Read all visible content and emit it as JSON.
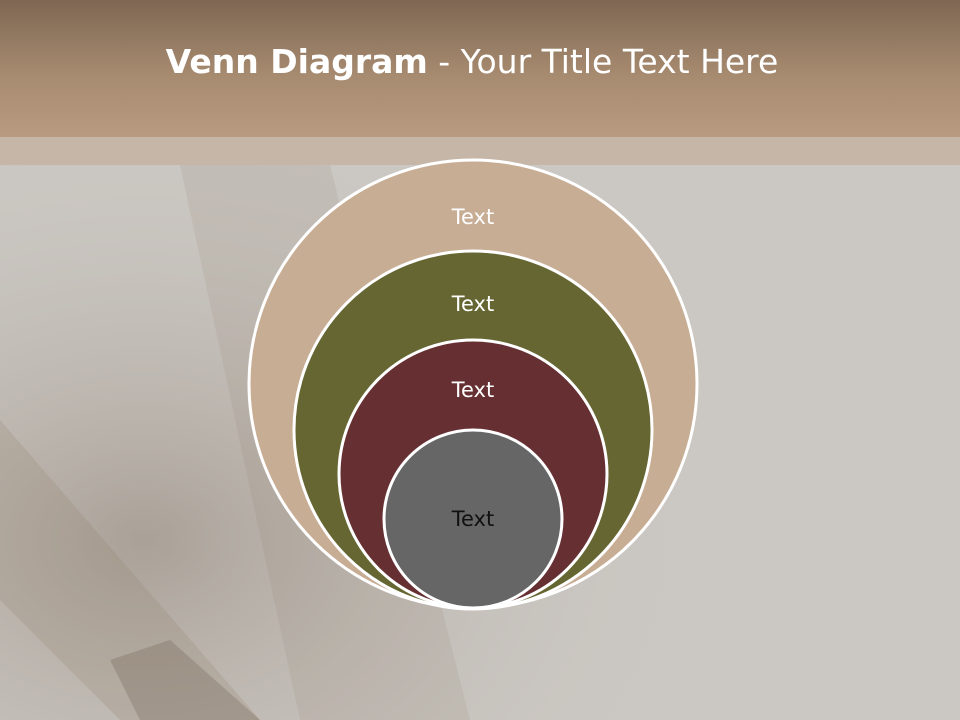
{
  "slide": {
    "title_bold": "Venn Diagram",
    "title_rest": " - Your Title Text Here"
  },
  "venn": {
    "circles": [
      {
        "label": "Text",
        "fill": "#c8ad95",
        "text_color": "#ffffff"
      },
      {
        "label": "Text",
        "fill": "#666633",
        "text_color": "#ffffff"
      },
      {
        "label": "Text",
        "fill": "#663033",
        "text_color": "#ffffff"
      },
      {
        "label": "Text",
        "fill": "#666666",
        "text_color": "#111111"
      }
    ],
    "outline_color": "#ffffff"
  },
  "colors": {
    "header_top": "#7e6753",
    "header_bottom": "#b89b80",
    "background": "#cbc7c2"
  }
}
